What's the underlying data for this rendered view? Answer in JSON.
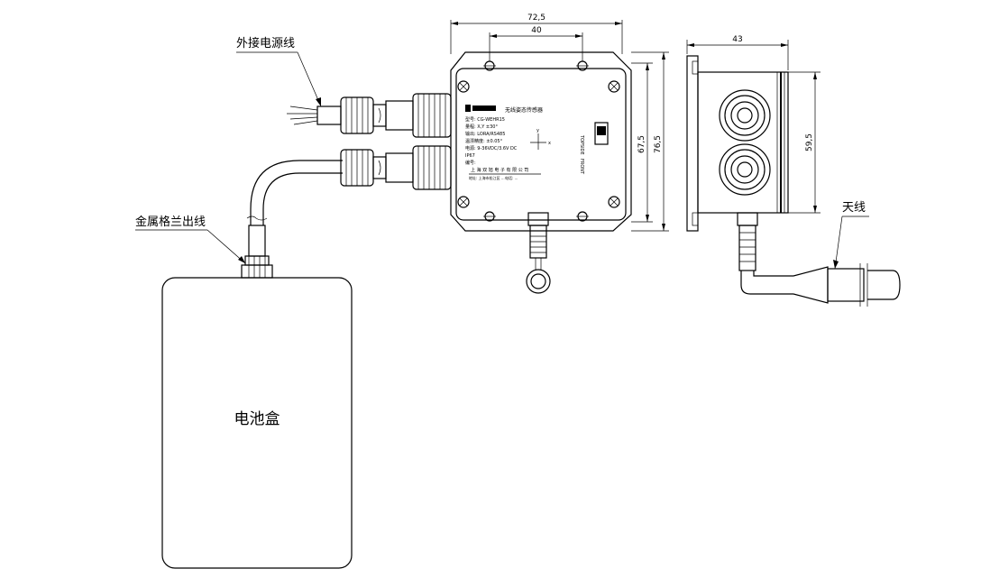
{
  "labels": {
    "power_cable": "外接电源线",
    "flange_outlet": "金属格兰出线",
    "battery_box": "电池盒",
    "antenna": "天线"
  },
  "dimensions": {
    "front_width": "72,5",
    "front_hole_spacing": "40",
    "front_inner_height": "67,5",
    "front_outer_height": "76,5",
    "side_depth": "43",
    "side_height": "59,5"
  },
  "nameplate": {
    "title": "无线姿态传感器",
    "model": "型号: CG-WEHR15",
    "power": "量程: X,Y ±30°",
    "output": "输出: LORA/RS485",
    "accuracy": "温漂精度: ±0.05°",
    "supply": "电源: 9-36VDC/3.6V DC",
    "ip": "IP67",
    "serial": "编号:",
    "company": "上 海 双 旭 电 子 有 限 公 司",
    "address": "地址: 上海市松江区 ...",
    "phone": "电话: ...",
    "side_top": "TOPSIDE",
    "side_bottom": "FRONT"
  }
}
